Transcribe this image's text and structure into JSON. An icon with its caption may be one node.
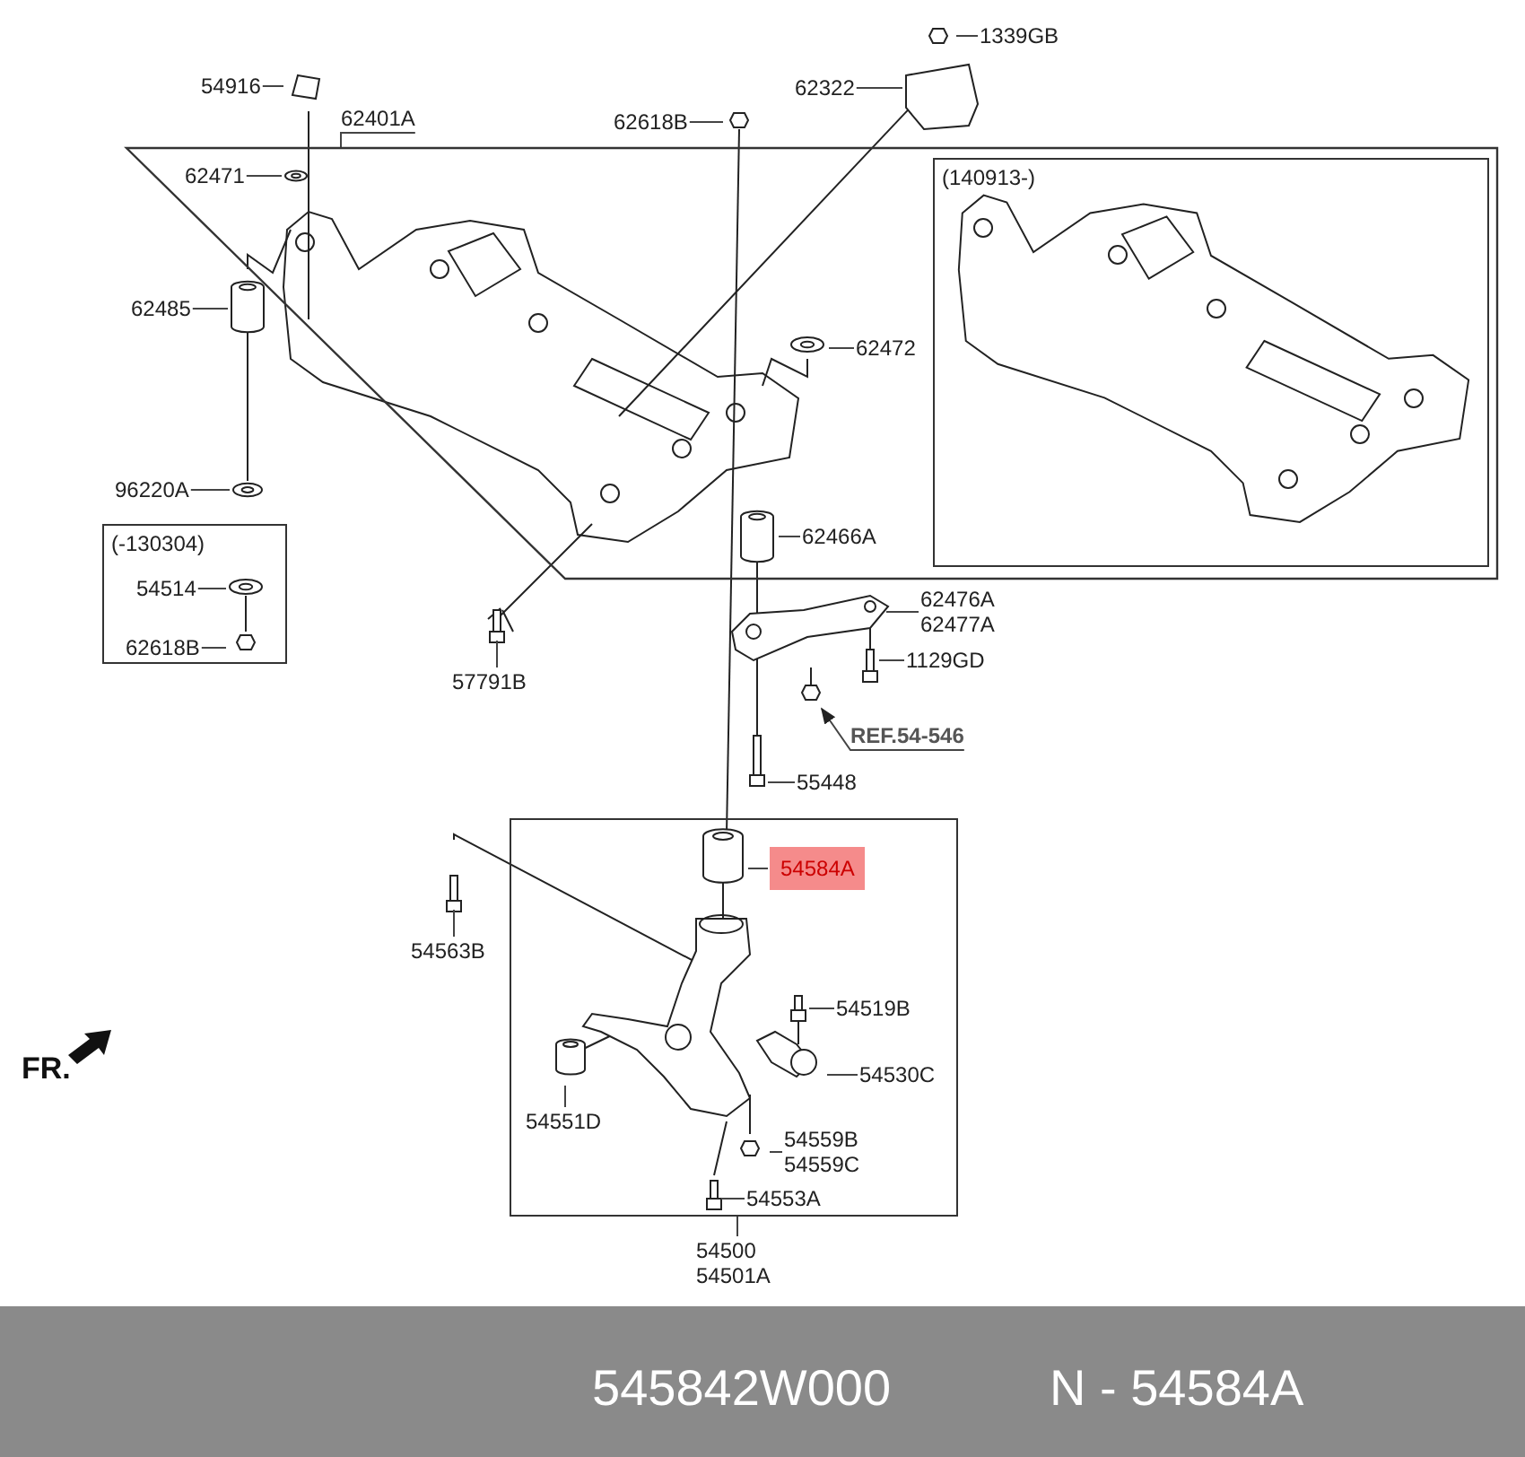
{
  "diagram": {
    "nodes": [
      {
        "text": [
          "54916"
        ]
      },
      {
        "text": [
          "62401A"
        ]
      },
      {
        "text": [
          "62618B"
        ]
      },
      {
        "text": [
          "62322"
        ]
      },
      {
        "text": [
          "1339GB"
        ]
      },
      {
        "text": [],
        "shape": "box"
      },
      {
        "text": [
          "62471"
        ],
        "in": 5
      },
      {
        "text": [
          "(140913-)"
        ],
        "in": 5
      },
      {
        "text": [
          "62485"
        ]
      },
      {
        "text": [
          "62472"
        ],
        "in": 5
      },
      {
        "text": [
          "96220A"
        ]
      },
      {
        "text": [
          "62466A"
        ],
        "in": 5
      },
      {
        "text": [
          "(-130304)"
        ]
      },
      {
        "text": [
          "54514"
        ],
        "in": 12
      },
      {
        "text": [
          "62618B"
        ],
        "in": 12
      },
      {
        "text": [
          "57791B"
        ]
      },
      {
        "text": [
          "62476A",
          "62477A"
        ]
      },
      {
        "text": [
          "1129GD"
        ]
      },
      {
        "text": [
          "REF.54-546"
        ]
      },
      {
        "text": [
          "55448"
        ]
      },
      {
        "text": [],
        "shape": "box"
      },
      {
        "text": [
          "54584A"
        ],
        "in": 20
      },
      {
        "text": [
          "54563B"
        ]
      },
      {
        "text": [
          "54519B"
        ],
        "in": 20
      },
      {
        "text": [
          "54530C"
        ],
        "in": 20
      },
      {
        "text": [
          "54551D"
        ],
        "in": 20
      },
      {
        "text": [
          "54559B",
          "54559C"
        ],
        "in": 20
      },
      {
        "text": [
          "54553A"
        ],
        "in": 20
      },
      {
        "text": [
          "54500",
          "54501A"
        ]
      }
    ],
    "edges": [
      {
        "from": 0,
        "to": null,
        "arrow": "none"
      },
      {
        "from": 1,
        "to": 5,
        "arrow": "none"
      },
      {
        "from": 2,
        "to": null,
        "arrow": "none"
      },
      {
        "from": 3,
        "to": null,
        "arrow": "none"
      },
      {
        "from": 4,
        "to": null,
        "arrow": "none"
      },
      {
        "from": 6,
        "to": null,
        "arrow": "none"
      },
      {
        "from": 8,
        "to": null,
        "arrow": "none"
      },
      {
        "from": 9,
        "to": null,
        "arrow": "none"
      },
      {
        "from": 10,
        "to": null,
        "arrow": "none"
      },
      {
        "from": 11,
        "to": null,
        "arrow": "none"
      },
      {
        "from": 13,
        "to": null,
        "arrow": "none"
      },
      {
        "from": 14,
        "to": null,
        "arrow": "none"
      },
      {
        "from": 15,
        "to": null,
        "arrow": "none"
      },
      {
        "from": 16,
        "to": null,
        "arrow": "none"
      },
      {
        "from": 17,
        "to": null,
        "arrow": "none"
      },
      {
        "from": 18,
        "to": null,
        "arrow": "to"
      },
      {
        "from": 19,
        "to": null,
        "arrow": "none"
      },
      {
        "from": 21,
        "to": null,
        "arrow": "none"
      },
      {
        "from": 22,
        "to": null,
        "arrow": "none"
      },
      {
        "from": 23,
        "to": null,
        "arrow": "none"
      },
      {
        "from": 24,
        "to": null,
        "arrow": "none"
      },
      {
        "from": 25,
        "to": null,
        "arrow": "none"
      },
      {
        "from": 26,
        "to": null,
        "arrow": "none"
      },
      {
        "from": 27,
        "to": null,
        "arrow": "none"
      },
      {
        "from": 28,
        "to": 20,
        "arrow": "none"
      }
    ],
    "labels": [
      "FR.",
      "545842W000",
      "N - 54584A"
    ]
  }
}
